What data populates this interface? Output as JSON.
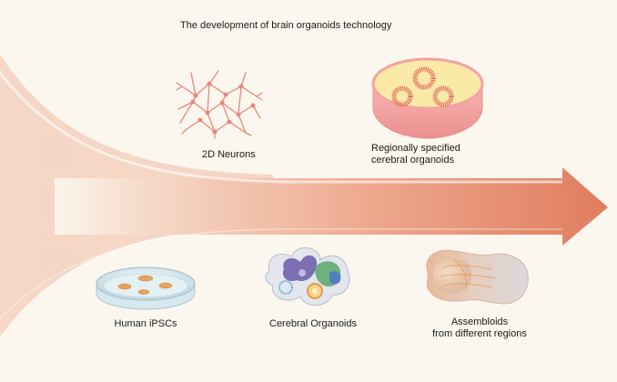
{
  "title": "The development of brain organoids technology",
  "stages": {
    "neurons_2d": "2D Neurons",
    "regional_line1": "Regionally specified",
    "regional_line2": "cerebral organoids",
    "ipsc": "Human iPSCs",
    "cerebral": "Cerebral Organoids",
    "assembloids_line1": "Assembloids",
    "assembloids_line2": "from different regions"
  },
  "colors": {
    "background": "#fbf7ee",
    "arrow": "#e07b5c",
    "arrow_light": "#f6d6c2",
    "neuron": "#e9867a",
    "rosette": "#e07060",
    "dish": "#cfe3ea",
    "ipsc_colony": "#e8a35a"
  }
}
